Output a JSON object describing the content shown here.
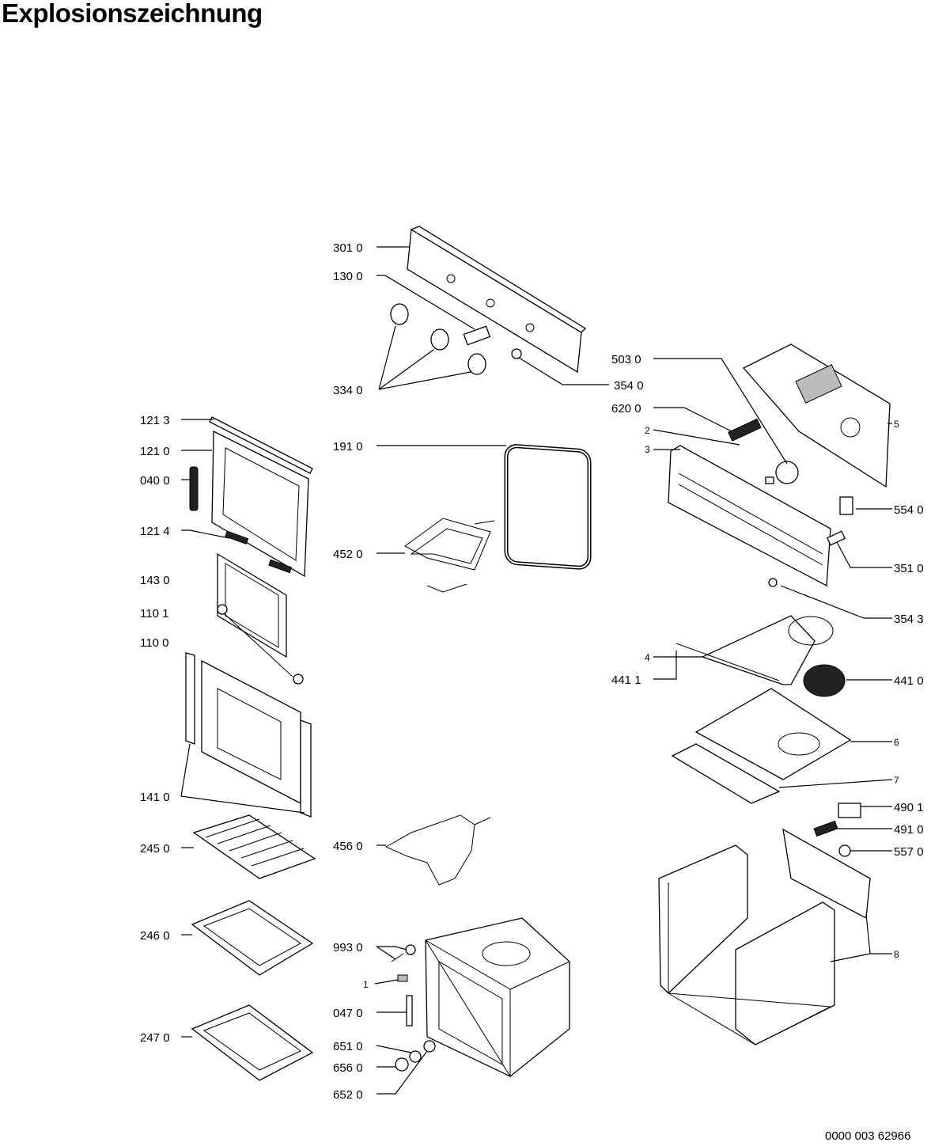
{
  "title": "Explosionszeichnung",
  "document_number": "0000 003 62966",
  "callouts": {
    "c301_0": "301 0",
    "c130_0": "130 0",
    "c334_0": "334 0",
    "c354_0": "354 0",
    "c503_0": "503 0",
    "c620_0": "620 0",
    "c2": "2",
    "c3": "3",
    "c5": "5",
    "c121_3": "121 3",
    "c121_0": "121 0",
    "c040_0": "040 0",
    "c121_4": "121 4",
    "c143_0": "143 0",
    "c110_1": "110 1",
    "c110_0": "110 0",
    "c191_0": "191 0",
    "c452_0": "452 0",
    "c554_0": "554 0",
    "c351_0": "351 0",
    "c354_3": "354 3",
    "c4": "4",
    "c441_1": "441 1",
    "c441_0": "441 0",
    "c6": "6",
    "c7": "7",
    "c141_0": "141 0",
    "c490_1": "490 1",
    "c491_0": "491 0",
    "c557_0": "557 0",
    "c245_0": "245 0",
    "c456_0": "456 0",
    "c246_0": "246 0",
    "c993_0": "993 0",
    "c8": "8",
    "c1": "1",
    "c047_0": "047 0",
    "c247_0": "247 0",
    "c651_0": "651 0",
    "c656_0": "656 0",
    "c652_0": "652 0"
  }
}
